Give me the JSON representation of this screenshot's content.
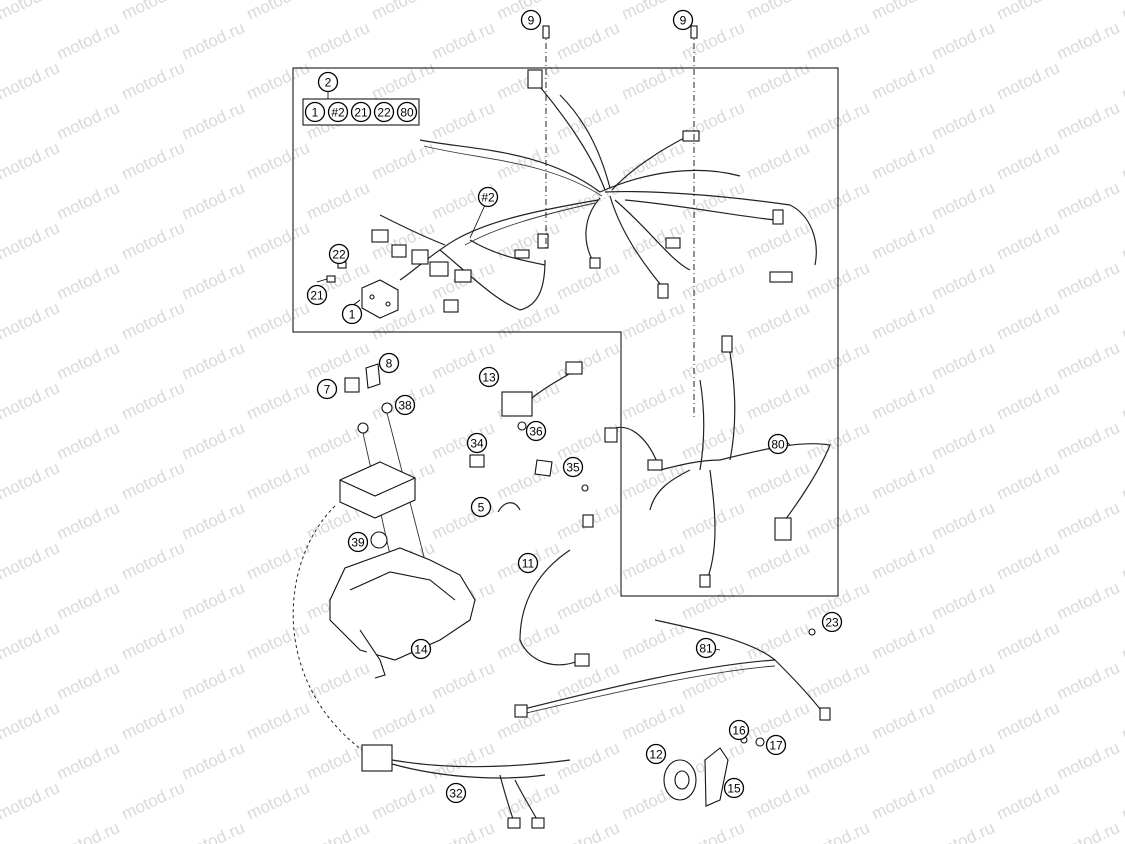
{
  "watermark": {
    "text": "motod.ru"
  },
  "kit_callouts": [
    "1",
    "#2",
    "21",
    "22",
    "80"
  ],
  "callouts": [
    {
      "id": "9a",
      "label": "9"
    },
    {
      "id": "9b",
      "label": "9"
    },
    {
      "id": "2",
      "label": "2"
    },
    {
      "id": "hash2",
      "label": "#2"
    },
    {
      "id": "22",
      "label": "22"
    },
    {
      "id": "21",
      "label": "21"
    },
    {
      "id": "1",
      "label": "1"
    },
    {
      "id": "8",
      "label": "8"
    },
    {
      "id": "7",
      "label": "7"
    },
    {
      "id": "38",
      "label": "38"
    },
    {
      "id": "13",
      "label": "13"
    },
    {
      "id": "36",
      "label": "36"
    },
    {
      "id": "34",
      "label": "34"
    },
    {
      "id": "35",
      "label": "35"
    },
    {
      "id": "5",
      "label": "5"
    },
    {
      "id": "39",
      "label": "39"
    },
    {
      "id": "11",
      "label": "11"
    },
    {
      "id": "14",
      "label": "14"
    },
    {
      "id": "80",
      "label": "80"
    },
    {
      "id": "23",
      "label": "23"
    },
    {
      "id": "81",
      "label": "81"
    },
    {
      "id": "16",
      "label": "16"
    },
    {
      "id": "17",
      "label": "17"
    },
    {
      "id": "12",
      "label": "12"
    },
    {
      "id": "15",
      "label": "15"
    },
    {
      "id": "32",
      "label": "32"
    }
  ]
}
